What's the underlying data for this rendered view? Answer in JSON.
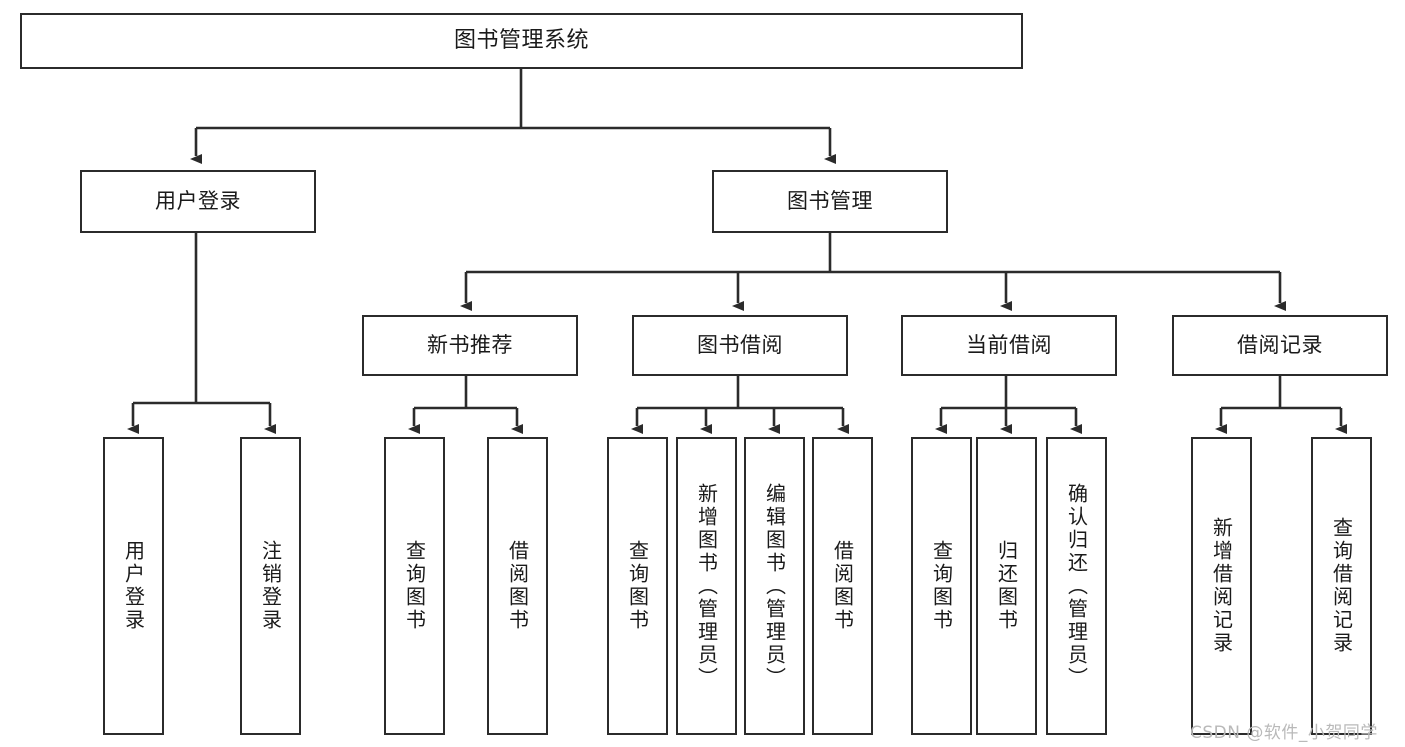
{
  "diagram": {
    "title": "图书管理系统",
    "watermark": "CSDN @软件_小贺同学",
    "colors": {
      "box_border": "#2b2b2b",
      "box_fill": "#ffffff",
      "connector": "#2b2b2b",
      "text": "#1a1a1a",
      "watermark": "#b9b9b9",
      "background": "#ffffff"
    },
    "root": {
      "label": "图书管理系统"
    },
    "level1": [
      {
        "label": "用户登录"
      },
      {
        "label": "图书管理"
      }
    ],
    "level2": [
      {
        "label": "新书推荐"
      },
      {
        "label": "图书借阅"
      },
      {
        "label": "当前借阅"
      },
      {
        "label": "借阅记录"
      }
    ],
    "leaves": {
      "user_login": [
        {
          "label": "用户登录"
        },
        {
          "label": "注销登录"
        }
      ],
      "new_book_recommend": [
        {
          "label": "查询图书"
        },
        {
          "label": "借阅图书"
        }
      ],
      "book_borrow": [
        {
          "label": "查询图书"
        },
        {
          "label": "新增图书（管理员）"
        },
        {
          "label": "编辑图书（管理员）"
        },
        {
          "label": "借阅图书"
        }
      ],
      "current_borrow": [
        {
          "label": "查询图书"
        },
        {
          "label": "归还图书"
        },
        {
          "label": "确认归还（管理员）"
        }
      ],
      "borrow_record": [
        {
          "label": "新增借阅记录"
        },
        {
          "label": "查询借阅记录"
        }
      ]
    }
  }
}
